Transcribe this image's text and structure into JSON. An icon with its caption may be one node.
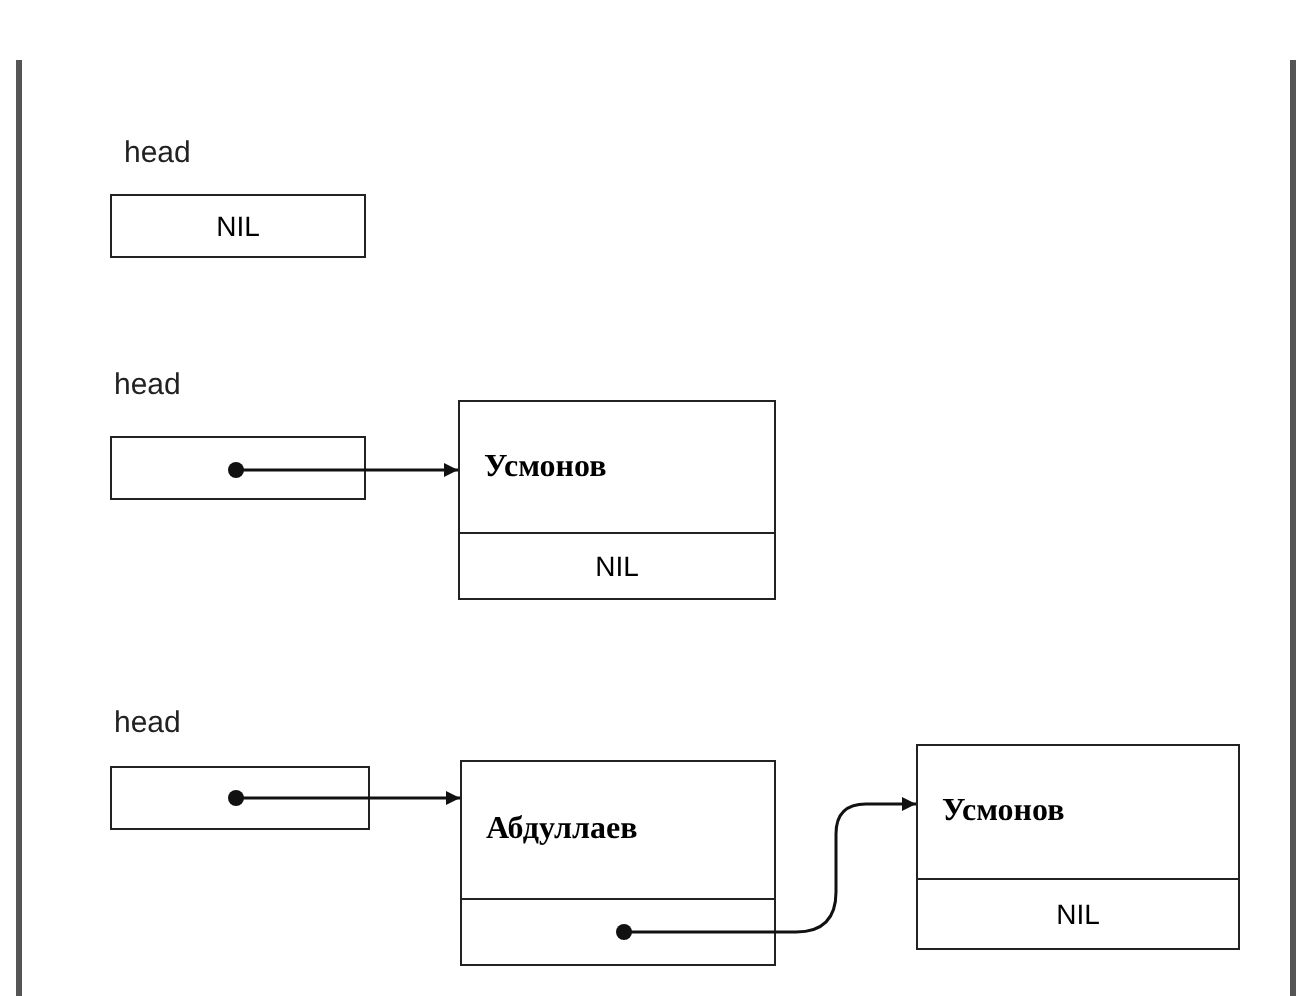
{
  "diagram": {
    "nodes": [
      {
        "text": [
          "NIL"
        ],
        "beside": [
          "head"
        ]
      },
      {
        "text": [],
        "shape": "box",
        "beside": [
          "head"
        ]
      },
      {
        "text": [
          "Усмонов",
          "NIL"
        ]
      },
      {
        "text": [],
        "shape": "box",
        "beside": [
          "head"
        ]
      },
      {
        "text": [
          "Абдуллаев"
        ]
      },
      {
        "text": [
          "Усмонов",
          "NIL"
        ]
      }
    ],
    "edges": [
      {
        "from": 1,
        "to": 2,
        "arrow": "to"
      },
      {
        "from": 3,
        "to": 4,
        "arrow": "to"
      },
      {
        "from": 4,
        "to": 5,
        "arrow": "to"
      }
    ]
  }
}
